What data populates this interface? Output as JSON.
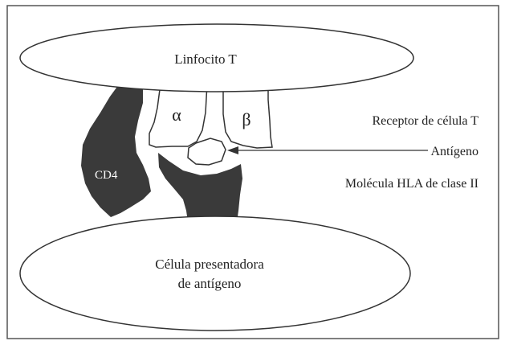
{
  "diagram": {
    "t_cell_label": "Linfocito T",
    "apc_label_line1": "Célula presentadora",
    "apc_label_line2": "de antígeno",
    "cd4_label": "CD4",
    "alpha_label": "α",
    "beta_label": "β",
    "receptor_label": "Receptor de célula T",
    "antigen_label": "Antígeno",
    "hla_label": "Molécula HLA de clase II"
  },
  "colors": {
    "dark_molecule": "#3a3a3a",
    "outline": "#333333",
    "border": "#555555"
  }
}
